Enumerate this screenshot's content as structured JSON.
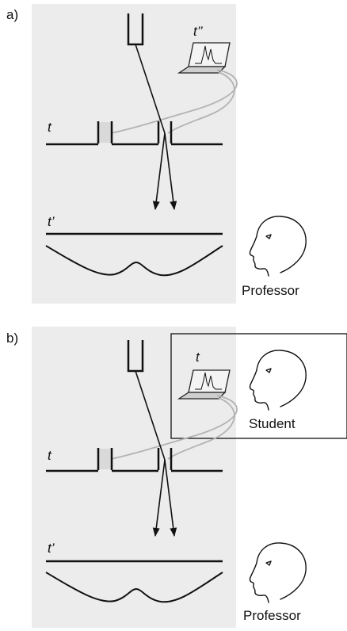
{
  "panels": [
    {
      "label": "a)",
      "laptop_time": "t’’",
      "slit_time": "t",
      "screen_time": "t’",
      "observer": "Professor"
    },
    {
      "label": "b)",
      "laptop_time": "t",
      "slit_time": "t",
      "screen_time": "t’",
      "observer": "Professor",
      "inset_observer": "Student"
    }
  ],
  "colors": {
    "panel_bg": "#ececec",
    "line": "#111111",
    "wire": "#b3b3b3",
    "slit_fill": "#d9d9d9",
    "laptop_fill": "#cfcfcf"
  }
}
